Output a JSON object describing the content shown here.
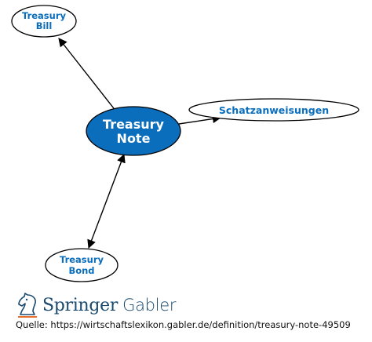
{
  "nodes": {
    "treasury_bill": {
      "line1": "Treasury",
      "line2": "Bill"
    },
    "treasury_note": {
      "line1": "Treasury",
      "line2": "Note"
    },
    "schatzanweisungen": {
      "label": "Schatzanweisungen"
    },
    "treasury_bond": {
      "line1": "Treasury",
      "line2": "Bond"
    }
  },
  "colors": {
    "primary_blue": "#0a6ebd",
    "center_fill": "#0a6ebd",
    "center_text": "#ffffff",
    "outline": "#000000",
    "logo_blue": "#1a4a6e",
    "logo_underline": "#e8722c"
  },
  "footer": {
    "brand_springer": "Springer",
    "brand_gabler": "Gabler",
    "source_label": "Quelle:",
    "source_url": "https://wirtschaftslexikon.gabler.de/definition/treasury-note-49509",
    "logo_icon": "chess-knight-icon"
  }
}
